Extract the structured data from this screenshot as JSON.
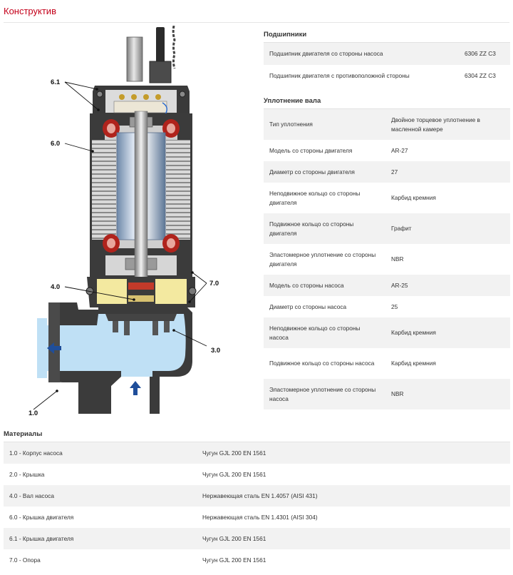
{
  "page_title": "Конструктив",
  "diagram": {
    "callouts": [
      "6.1",
      "6.0",
      "4.0",
      "7.0",
      "3.0",
      "1.0"
    ]
  },
  "bearings": {
    "heading": "Подшипники",
    "rows": [
      {
        "label": "Подшипник двигателя со стороны насоса",
        "value": "6306 ZZ C3"
      },
      {
        "label": "Подшипник двигателя с противоположной стороны",
        "value": "6304 ZZ C3"
      }
    ]
  },
  "shaft_seal": {
    "heading": "Уплотнение вала",
    "rows": [
      {
        "label": "Тип уплотнения",
        "value": "Двойное торцевое уплотнение в масленной камере"
      },
      {
        "label": "Модель со стороны двигателя",
        "value": "AR-27"
      },
      {
        "label": "Диаметр со стороны двигателя",
        "value": "27"
      },
      {
        "label": "Неподвижное кольцо со стороны двигателя",
        "value": "Карбид кремния"
      },
      {
        "label": "Подвижное кольцо со стороны двигателя",
        "value": "Графит"
      },
      {
        "label": "Эластомерное уплотнение со стороны двигателя",
        "value": "NBR"
      },
      {
        "label": "Модель со стороны насоса",
        "value": "AR-25"
      },
      {
        "label": "Диаметр со стороны насоса",
        "value": "25"
      },
      {
        "label": "Неподвижное кольцо со стороны насоса",
        "value": "Карбид кремния"
      },
      {
        "label": "Подвижное кольцо со стороны насоса",
        "value": "Карбид кремния"
      },
      {
        "label": "Эластомерное уплотнение со стороны насоса",
        "value": "NBR"
      }
    ]
  },
  "materials": {
    "heading": "Материалы",
    "rows": [
      {
        "label": "1.0 - Корпус насоса",
        "value": "Чугун GJL 200 EN 1561"
      },
      {
        "label": "2.0 - Крышка",
        "value": "Чугун GJL 200 EN 1561"
      },
      {
        "label": "4.0 - Вал насоса",
        "value": "Нержавеющая сталь EN 1.4057 (AISI 431)"
      },
      {
        "label": "6.0 - Крышка двигателя",
        "value": "Нержавеющая сталь EN 1.4301 (AISI 304)"
      },
      {
        "label": "6.1 - Крышка двигателя",
        "value": "Чугун GJL 200 EN 1561"
      },
      {
        "label": "7.0 - Опора",
        "value": "Чугун GJL 200 EN 1561"
      }
    ]
  },
  "colors": {
    "title_red": "#c4001a",
    "water_blue": "#bfe0f5",
    "arrow_blue": "#1f4e9a",
    "oil_yellow": "#f3e9a0",
    "casing_dark": "#3b3b3b",
    "winding_red": "#b0231c"
  }
}
